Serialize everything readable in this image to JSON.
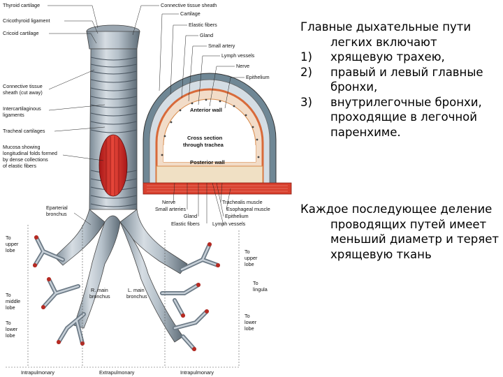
{
  "text": {
    "intro": "Главные дыхательные пути легких включают",
    "items": [
      {
        "num": "1)",
        "text": "хрящевую трахею,"
      },
      {
        "num": "2)",
        "text": "правый и левый главные бронхи,"
      },
      {
        "num": "3)",
        "text": "внутрилегочные бронхи, проходящие в легочной паренхиме."
      }
    ],
    "para2": "Каждое последующее деление проводящих путей имеет меньший диаметр и теряет хрящевую ткань"
  },
  "diagram": {
    "left_labels": {
      "thyroid": "Thyroid cartilage",
      "cricothyroid": "Cricothyroid ligament",
      "cricoid": "Cricoid cartilage",
      "sheath1": "Connective tissue",
      "sheath2": "sheath (cut away)",
      "interc1": "Intercartilaginous",
      "interc2": "ligaments",
      "tracheal": "Tracheal cartilages",
      "mucosa1": "Mucosa showing",
      "mucosa2": "longitudinal folds formed",
      "mucosa3": "by dense collections",
      "mucosa4": "of elastic fibers",
      "eparterial1": "Eparterial",
      "eparterial2": "bronchus"
    },
    "top_labels": {
      "sheath": "Connective tissue sheath",
      "cartilage": "Cartilage",
      "elastic": "Elastic fibers",
      "gland": "Gland",
      "artery": "Small artery",
      "lymph": "Lymph vessels",
      "nerve": "Nerve",
      "epithelium": "Epithelium"
    },
    "cross": {
      "anterior": "Anterior wall",
      "title1": "Cross section",
      "title2": "through trachea",
      "posterior": "Posterior wall"
    },
    "bottom_labels": {
      "nerve": "Nerve",
      "arteries": "Small arteries",
      "gland": "Gland",
      "elastic": "Elastic fibers",
      "trachealis": "Trachealis muscle",
      "esophageal": "Esophageal muscle",
      "epithelium": "Epithelium",
      "lymph": "Lymph vessels"
    },
    "lobes": {
      "to": "To",
      "upper": "upper",
      "middle": "middle",
      "lower": "lower",
      "lobe": "lobe",
      "lingula": "lingula"
    },
    "bronchi": {
      "r1": "R. main",
      "l1": "L. main",
      "b": "bronchus"
    },
    "regions": {
      "intra": "Intrapulmonary",
      "extra": "Extrapulmonary"
    }
  }
}
